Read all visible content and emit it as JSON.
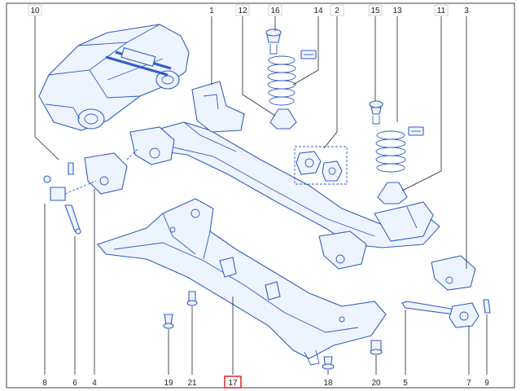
{
  "frame": {
    "highlight_color": "#e02020",
    "line_color": "#2f5fc4",
    "leader_color": "#222222"
  },
  "callouts_top": [
    "10",
    "1",
    "12",
    "16",
    "14",
    "2",
    "15",
    "13",
    "11",
    "3"
  ],
  "callouts_bottom": [
    "8",
    "6",
    "4",
    "19",
    "21",
    "17",
    "18",
    "20",
    "5",
    "7",
    "9"
  ],
  "highlighted_callout": "17"
}
